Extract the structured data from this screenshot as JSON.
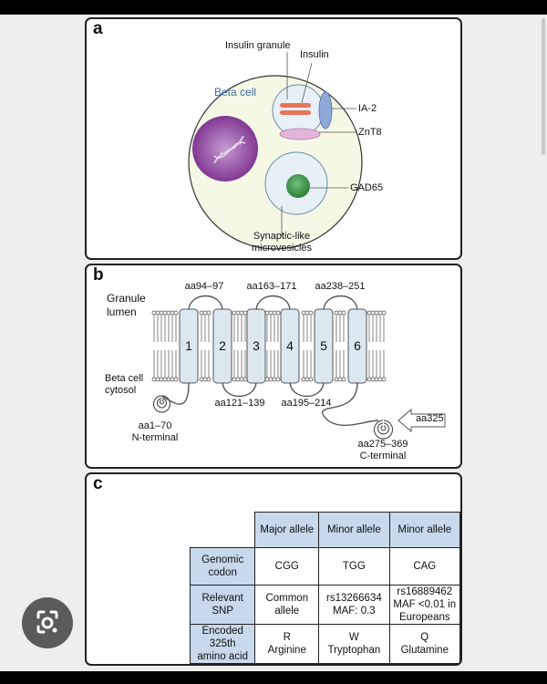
{
  "panel_a": {
    "label": "a",
    "beta_cell": "Beta cell",
    "insulin_granule": "Insulin granule",
    "insulin": "Insulin",
    "ia2": "IA-2",
    "znt8": "ZnT8",
    "gad65": "GAD65",
    "synaptic_line1": "Synaptic-like",
    "synaptic_line2": "microvesicles"
  },
  "panel_b": {
    "label": "b",
    "lumen_line1": "Granule",
    "lumen_line2": "lumen",
    "cytosol_line1": "Beta cell",
    "cytosol_line2": "cytosol",
    "loops_top": [
      "aa94–97",
      "aa163–171",
      "aa238–251"
    ],
    "loops_bottom": [
      "aa121–139",
      "aa195–214"
    ],
    "helices": [
      "1",
      "2",
      "3",
      "4",
      "5",
      "6"
    ],
    "n_term_line1": "aa1–70",
    "n_term_line2": "N-terminal",
    "c_term_line1": "aa275–369",
    "c_term_line2": "C-terminal",
    "arrow": "aa325"
  },
  "panel_c": {
    "label": "c",
    "columns": [
      "Major allele",
      "Minor allele",
      "Minor allele"
    ],
    "rows": [
      {
        "header": [
          "Genomic",
          "codon"
        ],
        "cells": [
          [
            "CGG"
          ],
          [
            "TGG"
          ],
          [
            "CAG"
          ]
        ]
      },
      {
        "header": [
          "Relevant",
          "SNP"
        ],
        "cells": [
          [
            "Common allele"
          ],
          [
            "rs13266634",
            "MAF: 0.3"
          ],
          [
            "rs16889462",
            "MAF <0.01 in",
            "Europeans"
          ]
        ]
      },
      {
        "header": [
          "Encoded 325th",
          "amino acid"
        ],
        "cells": [
          [
            "R",
            "Arginine"
          ],
          [
            "W",
            "Tryptophan"
          ],
          [
            "Q",
            "Glutamine"
          ]
        ]
      }
    ]
  },
  "colors": {
    "cell_fill": "#f6f8e6",
    "header_fill": "#c7d9ea",
    "helix_fill": "#dbe8ef",
    "nucleus": "#8a3c9a",
    "gad": "#3f9a4a",
    "insulin": "#e8735a"
  },
  "icons": {
    "lens": "google-lens-icon"
  }
}
